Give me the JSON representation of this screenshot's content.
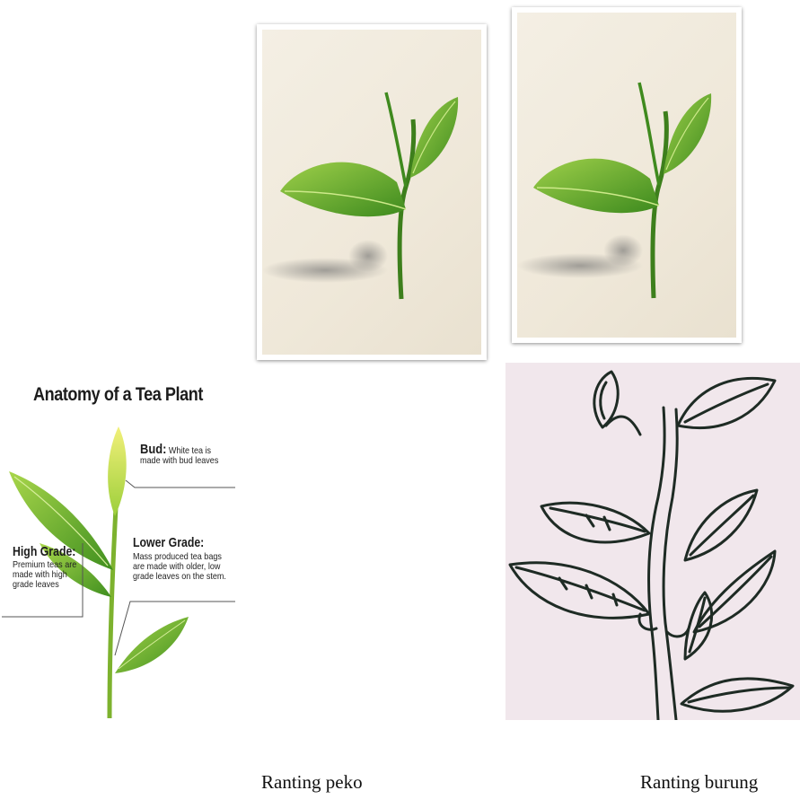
{
  "anatomy": {
    "title": "Anatomy of a Tea Plant",
    "bud": {
      "heading": "Bud:",
      "text": "White tea is made with bud leaves"
    },
    "high_grade": {
      "heading": "High Grade:",
      "text": "Premium teas are made with high grade leaves"
    },
    "lower_grade": {
      "heading": "Lower Grade:",
      "text": "Mass produced tea bags are made with older, low grade leaves on the stem."
    }
  },
  "captions": {
    "peko": "Ranting peko",
    "burung": "Ranting burung"
  },
  "colors": {
    "leaf_dark": "#3f8f1f",
    "leaf_light": "#8cc63f",
    "sketch_bg": "#f1e7ec",
    "sketch_ink": "#1e2b24"
  }
}
